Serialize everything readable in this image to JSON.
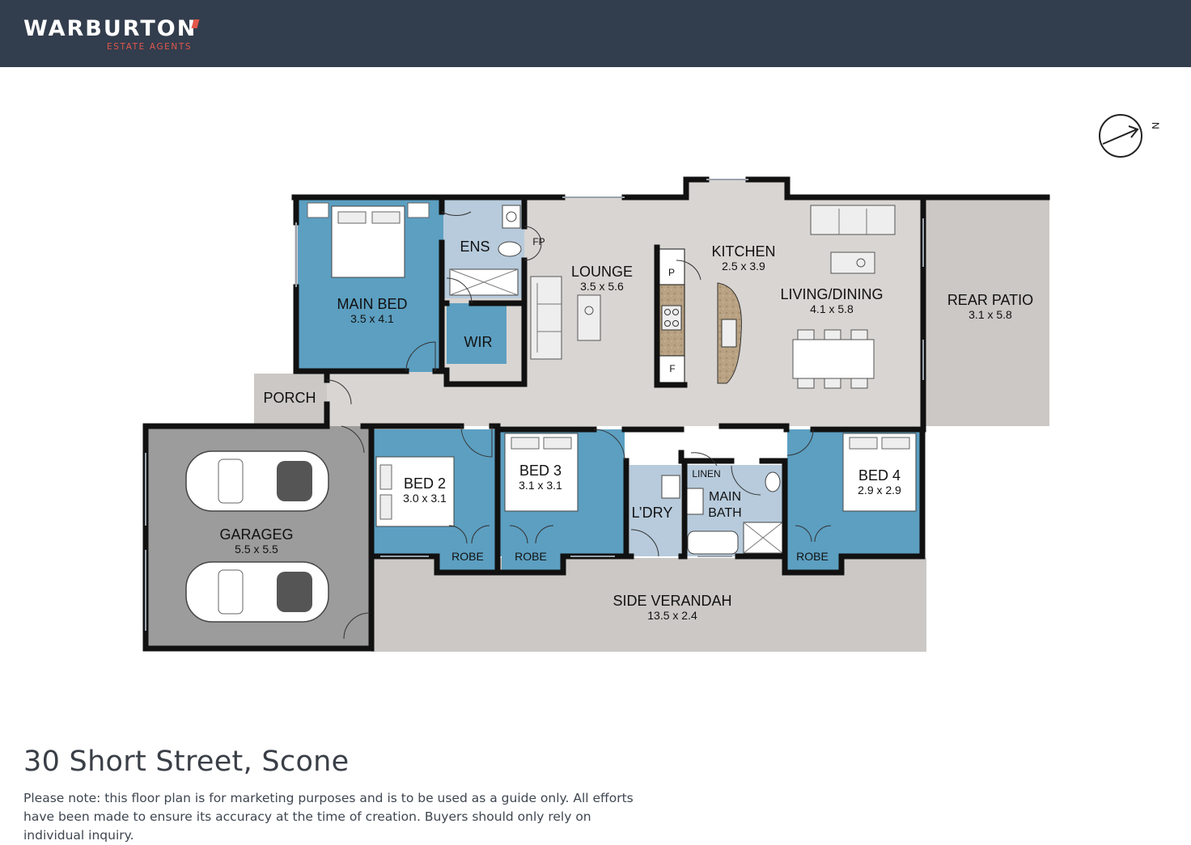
{
  "brand": {
    "name": "WARBURTON",
    "tagline": "ESTATE AGENTS",
    "accent_color": "#e2574c",
    "header_color": "#323d4d"
  },
  "compass": {
    "label": "N",
    "icon": "north-arrow-icon"
  },
  "colors": {
    "bedroom": "#5c9fc1",
    "wet_area": "#b7cbdc",
    "living": "#d9d5d2",
    "garage": "#9c9c9c",
    "outdoor": "#cbc8c5",
    "wall": "#111111"
  },
  "rooms": {
    "main_bed": {
      "name": "MAIN BED",
      "dims": "3.5 x 4.1"
    },
    "ens": {
      "name": "ENS"
    },
    "wir": {
      "name": "WIR"
    },
    "fp": {
      "name": "FP"
    },
    "lounge": {
      "name": "LOUNGE",
      "dims": "3.5 x 5.6"
    },
    "kitchen": {
      "name": "KITCHEN",
      "dims": "2.5 x 3.9"
    },
    "pantry": {
      "name": "P"
    },
    "fridge": {
      "name": "F"
    },
    "living_dining": {
      "name": "LIVING/DINING",
      "dims": "4.1 x 5.8"
    },
    "rear_patio": {
      "name": "REAR PATIO",
      "dims": "3.1 x 5.8"
    },
    "porch": {
      "name": "PORCH"
    },
    "garage": {
      "name": "GARAGEG",
      "dims": "5.5 x 5.5"
    },
    "bed2": {
      "name": "BED 2",
      "dims": "3.0 x 3.1"
    },
    "bed3": {
      "name": "BED 3",
      "dims": "3.1 x 3.1"
    },
    "laundry": {
      "name": "L’DRY"
    },
    "linen": {
      "name": "LINEN"
    },
    "main_bath": {
      "name_line1": "MAIN",
      "name_line2": "BATH"
    },
    "bed4": {
      "name": "BED 4",
      "dims": "2.9 x 2.9"
    },
    "robe_label": "ROBE",
    "side_verandah": {
      "name": "SIDE VERANDAH",
      "dims": "13.5 x 2.4"
    }
  },
  "address": "30 Short Street, Scone",
  "disclaimer": "Please note: this floor plan is for marketing purposes and is to be used as a guide only. All efforts have been made to ensure its accuracy at the time of creation. Buyers should only rely on individual inquiry."
}
